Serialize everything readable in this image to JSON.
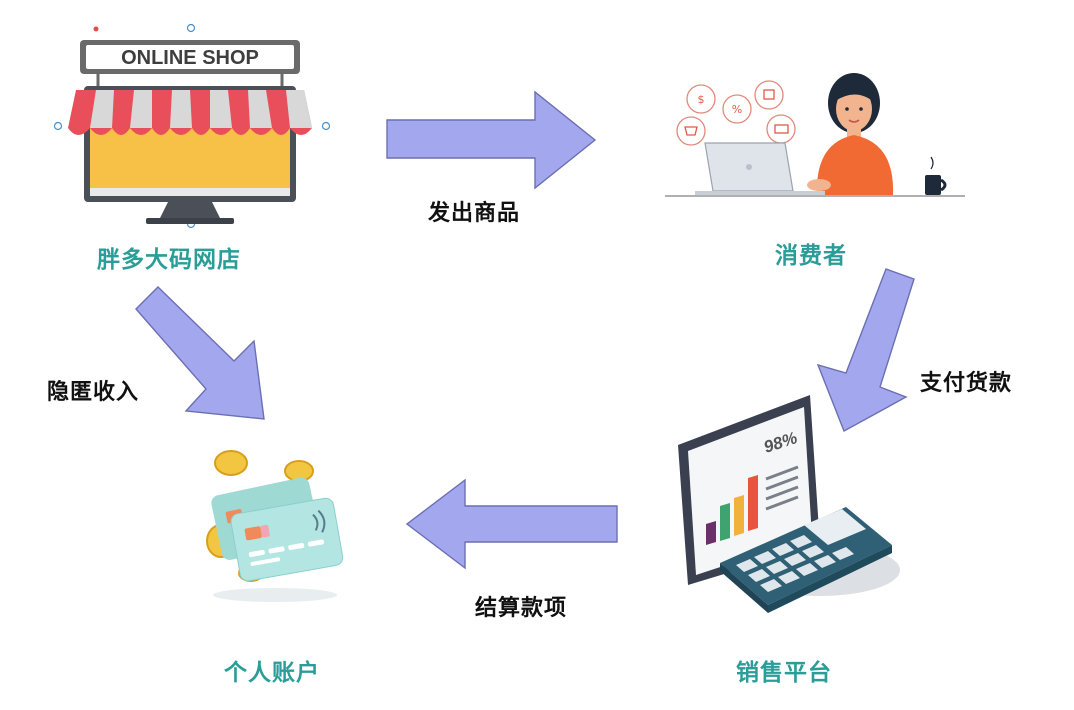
{
  "nodes": {
    "shop": {
      "label": "胖多大码网店",
      "sign_text": "ONLINE SHOP"
    },
    "consumer": {
      "label": "消费者"
    },
    "platform": {
      "label": "销售平台",
      "screen_text": "98%"
    },
    "account": {
      "label": "个人账户"
    }
  },
  "edges": {
    "ship_goods": "发出商品",
    "pay": "支付货款",
    "settle": "结算款项",
    "hide_income": "隐匿收入"
  },
  "colors": {
    "node_label": "#2a9d98",
    "arrow_fill": "#a3a8ee",
    "arrow_stroke": "#6b6fb3"
  },
  "icons": [
    "online-shop-icon",
    "consumer-at-laptop-icon",
    "calculator-chart-icon",
    "bank-cards-coins-icon"
  ]
}
